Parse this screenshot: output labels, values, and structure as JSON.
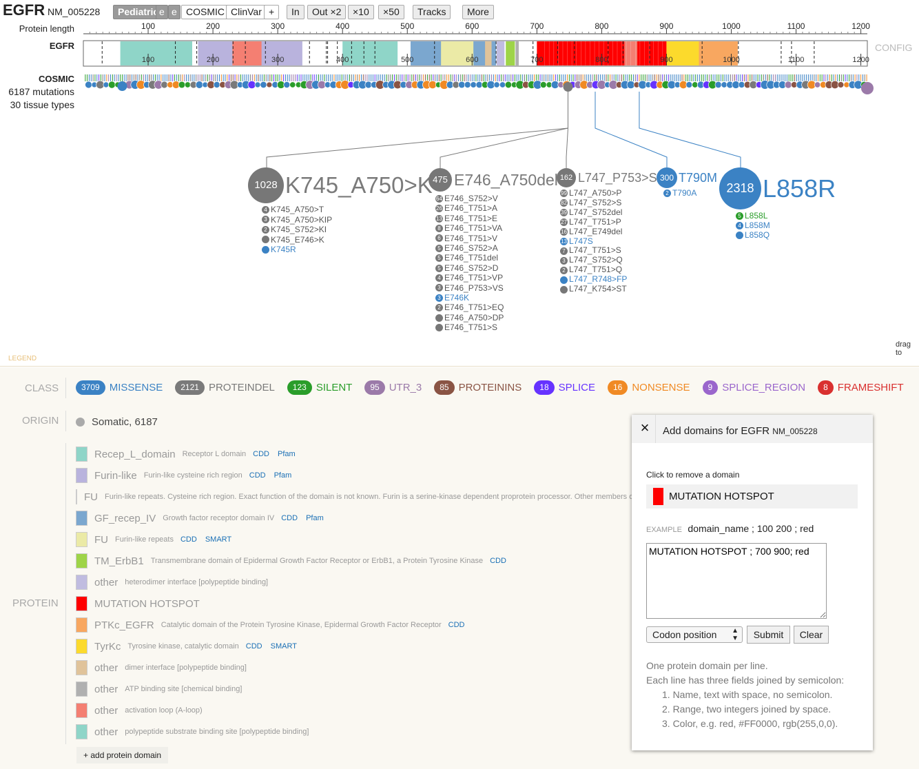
{
  "header": {
    "gene": "EGFR",
    "accession": "NM_005228",
    "buttons": [
      "Pediatric",
      "e",
      "e",
      "COSMIC",
      "ClinVar",
      "+",
      "In",
      "Out ×2",
      "×10",
      "×50",
      "Tracks",
      "More"
    ]
  },
  "ruler": {
    "label": "Protein length",
    "ticks": [
      "100",
      "200",
      "300",
      "400",
      "500",
      "600",
      "700",
      "800",
      "900",
      "1000",
      "1100",
      "1200"
    ],
    "protein_length": 1210
  },
  "track": {
    "label": "EGFR",
    "config": "CONFIG"
  },
  "cosmic": {
    "title": "COSMIC",
    "mutations": "6187 mutations",
    "tissues": "30 tissue types"
  },
  "hotspots": [
    {
      "count": "1028",
      "name": "K745_A750>K",
      "color": "#7a7a7a",
      "aa": 748,
      "items": [
        {
          "c": "4",
          "t": "K745_A750>T"
        },
        {
          "c": "3",
          "t": "K745_A750>KIP"
        },
        {
          "c": "2",
          "t": "K745_S752>KI"
        },
        {
          "c": "",
          "t": "K745_E746>K"
        },
        {
          "c": "",
          "t": "K745R",
          "blue": true
        }
      ]
    },
    {
      "count": "475",
      "name": "E746_A750del",
      "color": "#7a7a7a",
      "aa": 748,
      "items": [
        {
          "c": "64",
          "t": "E746_S752>V"
        },
        {
          "c": "26",
          "t": "E746_T751>A"
        },
        {
          "c": "13",
          "t": "E746_T751>E"
        },
        {
          "c": "8",
          "t": "E746_T751>VA"
        },
        {
          "c": "6",
          "t": "E746_T751>V"
        },
        {
          "c": "5",
          "t": "E746_S752>A"
        },
        {
          "c": "5",
          "t": "E746_T751del"
        },
        {
          "c": "5",
          "t": "E746_S752>D"
        },
        {
          "c": "4",
          "t": "E746_T751>VP"
        },
        {
          "c": "3",
          "t": "E746_P753>VS"
        },
        {
          "c": "3",
          "t": "E746K",
          "blue": true
        },
        {
          "c": "2",
          "t": "E746_T751>EQ"
        },
        {
          "c": "",
          "t": "E746_A750>DP"
        },
        {
          "c": "",
          "t": "E746_T751>S"
        }
      ]
    },
    {
      "count": "162",
      "name": "L747_P753>S",
      "color": "#7a7a7a",
      "aa": 748,
      "items": [
        {
          "c": "99",
          "t": "L747_A750>P"
        },
        {
          "c": "82",
          "t": "L747_S752>S"
        },
        {
          "c": "39",
          "t": "L747_S752del"
        },
        {
          "c": "27",
          "t": "L747_T751>P"
        },
        {
          "c": "16",
          "t": "L747_E749del"
        },
        {
          "c": "13",
          "t": "L747S",
          "blue": true
        },
        {
          "c": "7",
          "t": "L747_T751>S"
        },
        {
          "c": "3",
          "t": "L747_S752>Q"
        },
        {
          "c": "2",
          "t": "L747_T751>Q"
        },
        {
          "c": "",
          "t": "L747_R748>FP",
          "blue": true
        },
        {
          "c": "",
          "t": "L747_K754>ST"
        }
      ]
    },
    {
      "count": "300",
      "name": "T790M",
      "color": "#3b82c4",
      "aa": 790,
      "items": [
        {
          "c": "2",
          "t": "T790A",
          "blue": true
        }
      ]
    },
    {
      "count": "2318",
      "name": "L858R",
      "color": "#3b82c4",
      "aa": 858,
      "items": [
        {
          "c": "5",
          "t": "L858L",
          "green": true
        },
        {
          "c": "4",
          "t": "L858M",
          "blue": true
        },
        {
          "c": "",
          "t": "L858Q",
          "blue": true
        }
      ]
    }
  ],
  "drag_hint": "drag to",
  "legend": {
    "title": "LEGEND",
    "class_label": "CLASS",
    "classes": [
      {
        "n": "3709",
        "name": "MISSENSE",
        "color": "#3b82c4"
      },
      {
        "n": "2121",
        "name": "PROTEINDEL",
        "color": "#7a7a7a"
      },
      {
        "n": "123",
        "name": "SILENT",
        "color": "#2a9d2a"
      },
      {
        "n": "95",
        "name": "UTR_3",
        "color": "#9b7aa9"
      },
      {
        "n": "85",
        "name": "PROTEININS",
        "color": "#8a5444"
      },
      {
        "n": "18",
        "name": "SPLICE",
        "color": "#6633ff"
      },
      {
        "n": "16",
        "name": "NONSENSE",
        "color": "#f08a24"
      },
      {
        "n": "9",
        "name": "SPLICE_REGION",
        "color": "#9a66cc"
      },
      {
        "n": "8",
        "name": "FRAMESHIFT",
        "color": "#d9302f"
      }
    ],
    "origin_label": "ORIGIN",
    "origin": "Somatic, 6187",
    "protein_label": "PROTEIN",
    "domains": [
      {
        "name": "Recep_L_domain",
        "desc": "Receptor L domain",
        "links": [
          "CDD",
          "Pfam"
        ],
        "color": "#8fd5c8",
        "start": 57,
        "end": 168
      },
      {
        "name": "Furin-like",
        "desc": "Furin-like cysteine rich region",
        "links": [
          "CDD",
          "Pfam"
        ],
        "color": "#b9b3dd",
        "start": 177,
        "end": 338
      },
      {
        "name": "FU",
        "desc": "Furin-like repeats. Cysteine rich region. Exact function of the domain is not known. Furin is a serine-kinase dependent proprotein processor. Other members of this family",
        "links": [],
        "color": "#f47f72",
        "start": 230,
        "end": 275
      },
      {
        "name": "GF_recep_IV",
        "desc": "Growth factor receptor domain IV",
        "links": [
          "CDD",
          "Pfam"
        ],
        "color": "#7ba7cf",
        "start": 505,
        "end": 637
      },
      {
        "name": "FU",
        "desc": "Furin-like repeats",
        "links": [
          "CDD",
          "SMART"
        ],
        "color": "#ebeaa6",
        "start": 552,
        "end": 602
      },
      {
        "name": "TM_ErbB1",
        "desc": "Transmembrane domain of Epidermal Growth Factor Receptor or ErbB1, a Protein Tyrosine Kinase",
        "links": [
          "CDD"
        ],
        "color": "#9ed448",
        "start": 652,
        "end": 666
      },
      {
        "name": "other",
        "desc": "heterodimer interface [polypeptide binding]",
        "links": [],
        "color": "#c0bce0",
        "start": 638,
        "end": 650
      },
      {
        "name": "MUTATION HOTSPOT",
        "desc": "",
        "links": [],
        "color": "#ff0000",
        "start": 700,
        "end": 900
      },
      {
        "name": "PTKc_EGFR",
        "desc": "Catalytic domain of the Protein Tyrosine Kinase, Epidermal Growth Factor Receptor",
        "links": [
          "CDD"
        ],
        "color": "#f8a760",
        "start": 950,
        "end": 1010
      },
      {
        "name": "TyrKc",
        "desc": "Tyrosine kinase, catalytic domain",
        "links": [
          "CDD",
          "SMART"
        ],
        "color": "#fcda2c",
        "start": 900,
        "end": 960
      },
      {
        "name": "other",
        "desc": "dimer interface [polypeptide binding]",
        "links": [],
        "color": "#e0c39a",
        "start": 620,
        "end": 630
      },
      {
        "name": "other",
        "desc": "ATP binding site [chemical binding]",
        "links": [],
        "color": "#b0b0b0",
        "start": 667,
        "end": 672
      },
      {
        "name": "other",
        "desc": "activation loop (A-loop)",
        "links": [],
        "color": "#f47f72",
        "start": 835,
        "end": 855
      },
      {
        "name": "other",
        "desc": "polypeptide substrate binding site [polypeptide binding]",
        "links": [],
        "color": "#8fd5c8",
        "start": 400,
        "end": 485
      }
    ],
    "add_domain": "+ add protein domain"
  },
  "panel": {
    "close": "×",
    "title": "Add domains for EGFR",
    "title_acc": "NM_005228",
    "remove_hint": "Click to remove a domain",
    "existing": {
      "name": "MUTATION HOTSPOT",
      "color": "#ff0000"
    },
    "example_label": "EXAMPLE",
    "example_text": "domain_name ; 100 200 ; red",
    "textarea": "MUTATION HOTSPOT ; 700 900; red",
    "select_value": "Codon position",
    "submit": "Submit",
    "clear": "Clear",
    "help": [
      "One protein domain per line.",
      "Each line has three fields joined by semicolon:",
      "1. Name, text with space, no semicolon.",
      "2. Range, two integers joined by space.",
      "3. Color, e.g. red, #FF0000, rgb(255,0,0)."
    ]
  }
}
